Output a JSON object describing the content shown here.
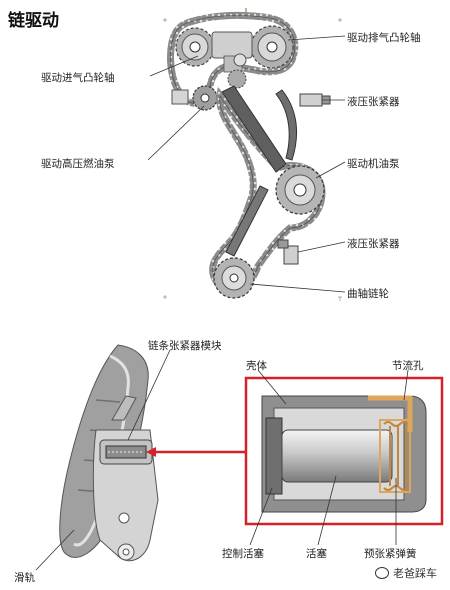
{
  "title": "链驱动",
  "labels": {
    "exhaust_cam": "驱动排气凸轮轴",
    "intake_cam": "驱动进气凸轮轴",
    "tensioner_upper": "液压张紧器",
    "hp_fuel_pump": "驱动高压燃油泵",
    "oil_pump": "驱动机油泵",
    "tensioner_lower": "液压张紧器",
    "crank_sprocket": "曲轴链轮",
    "tensioner_module": "链条张紧器模块",
    "housing": "壳体",
    "throttle_hole": "节流孔",
    "control_piston": "控制活塞",
    "piston": "活塞",
    "preload_spring": "预张紧弹簧",
    "guide_rail": "滑轨"
  },
  "watermark": "老爸踩车",
  "colors": {
    "highlight_box": "#d8202a",
    "piston_accent": "#e0a75a",
    "metal_dark": "#555555",
    "metal_light": "#bfbfbf"
  }
}
